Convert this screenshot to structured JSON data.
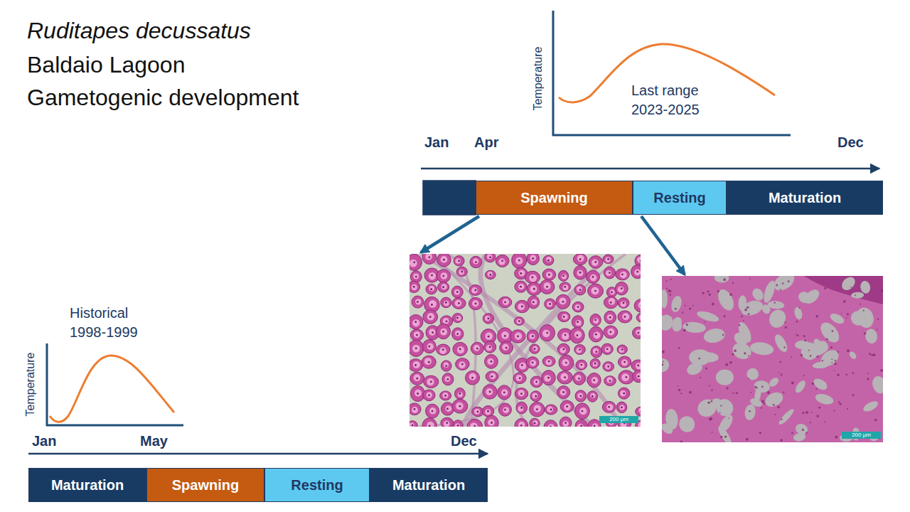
{
  "diagram": {
    "title": "Ruditapes decussatus",
    "nodes": [
      {
        "text": [
          "Spawning"
        ]
      },
      {
        "text": [
          "Resting"
        ]
      },
      {
        "text": [
          "Maturation"
        ]
      },
      {
        "text": [
          "200 µm"
        ]
      },
      {
        "text": [
          "200 µm"
        ]
      },
      {
        "text": [
          "Maturation"
        ]
      },
      {
        "text": [
          "Spawning"
        ]
      },
      {
        "text": [
          "Resting"
        ]
      },
      {
        "text": [
          "Maturation"
        ]
      }
    ],
    "edges": [
      {
        "from": 0,
        "to": 3,
        "arrow": "to"
      },
      {
        "from": 1,
        "to": 4,
        "arrow": "to"
      }
    ],
    "labels": [
      "Baldaio Lagoon",
      "Gametogenic development",
      "Temperature",
      "Last range 2023-2025",
      "Jan",
      "Apr",
      "Dec",
      "Historical 1998-1999",
      "Temperature",
      "Jan",
      "May",
      "Dec"
    ]
  }
}
